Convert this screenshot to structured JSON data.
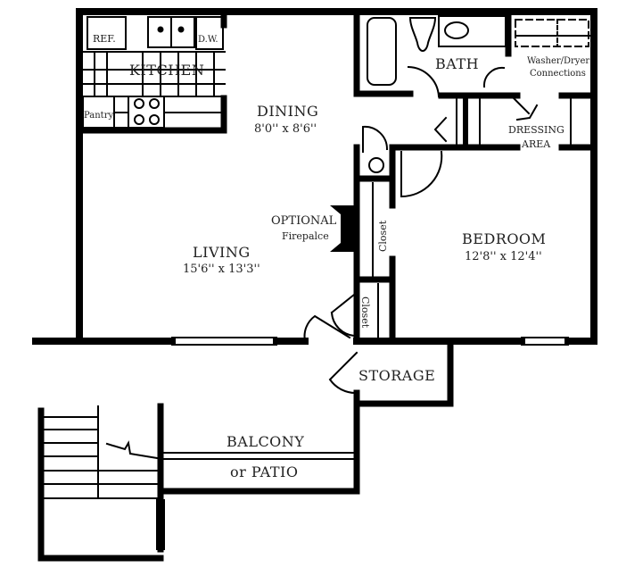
{
  "floorplan": {
    "rooms": {
      "kitchen": {
        "label": "KITCHEN"
      },
      "ref": {
        "label": "REF."
      },
      "dw": {
        "label": "D.W."
      },
      "pantry": {
        "label": "Pantry"
      },
      "dining": {
        "label": "DINING",
        "dims": "8'0'' x 8'6''"
      },
      "living": {
        "label": "LIVING",
        "dims": "15'6'' x 13'3''"
      },
      "bath": {
        "label": "BATH"
      },
      "washer": {
        "line1": "Washer/Dryer",
        "line2": "Connections"
      },
      "dressing": {
        "line1": "DRESSING",
        "line2": "AREA"
      },
      "bedroom": {
        "label": "BEDROOM",
        "dims": "12'8'' x 12'4''"
      },
      "fireplace": {
        "line1": "OPTIONAL",
        "line2": "Firepalce"
      },
      "closet1": {
        "label": "Closet"
      },
      "closet2": {
        "label": "Closet"
      },
      "storage": {
        "label": "STORAGE"
      },
      "balcony": {
        "line1": "BALCONY",
        "line2": "or PATIO"
      }
    },
    "colors": {
      "wall": "#000000",
      "background": "#ffffff",
      "text": "#222222"
    }
  }
}
